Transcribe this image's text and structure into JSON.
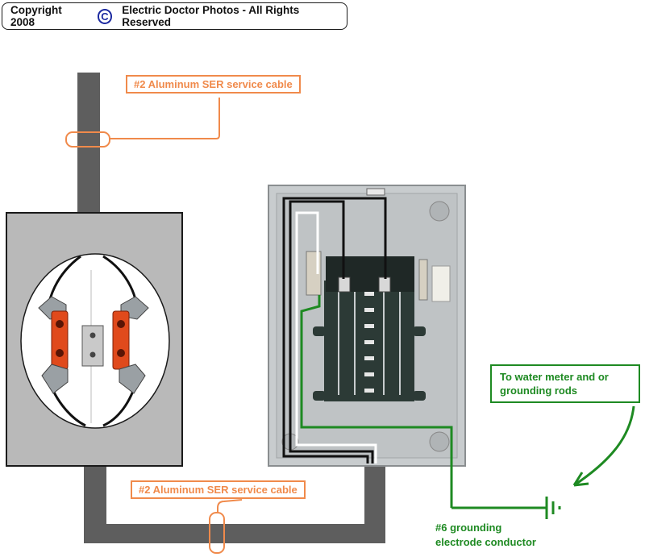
{
  "copyright": {
    "prefix": "Copyright 2008",
    "symbol": "C",
    "suffix": "Electric Doctor Photos - All Rights Reserved"
  },
  "labels": {
    "top_cable": "#2 Aluminum SER service cable",
    "bottom_cable": "#2 Aluminum SER service cable",
    "water_meter_line1": "To water meter and or",
    "water_meter_line2": "grounding rods",
    "ground_conductor_line1": "#6 grounding",
    "ground_conductor_line2": "electrode conductor"
  },
  "colors": {
    "orange": "#f08a4b",
    "green": "#1e8a22",
    "conduit": "#5e5e5e",
    "meter_box": "#b5b5b5",
    "panel": "#c8ccce",
    "breaker": "#2c3a36"
  }
}
